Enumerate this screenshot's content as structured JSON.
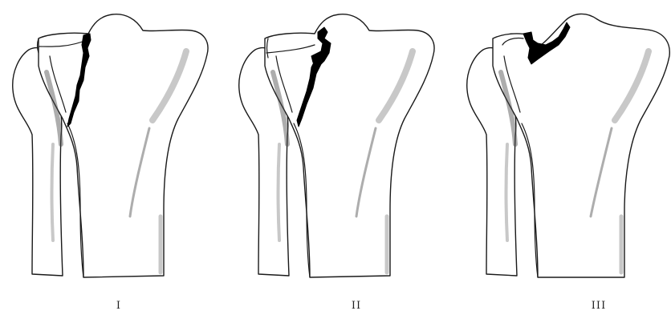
{
  "figure": {
    "panels": [
      {
        "label": "I"
      },
      {
        "label": "II"
      },
      {
        "label": "III"
      }
    ]
  }
}
